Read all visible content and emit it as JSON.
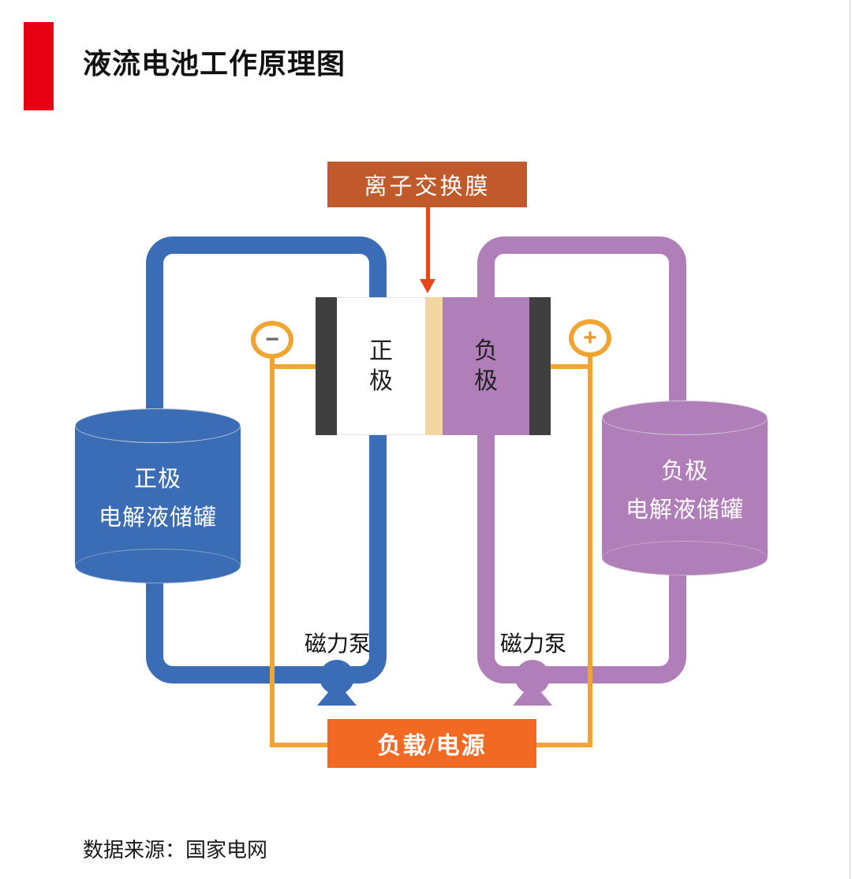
{
  "page": {
    "title": "液流电池工作原理图",
    "source_note": "数据来源：国家电网"
  },
  "diagram": {
    "membrane_label": "离子交换膜",
    "positive_electrode_label": "正极",
    "negative_electrode_label": "负极",
    "left_tank": {
      "line1": "正极",
      "line2": "电解液储罐"
    },
    "right_tank": {
      "line1": "负极",
      "line2": "电解液储罐"
    },
    "left_pump_label": "磁力泵",
    "right_pump_label": "磁力泵",
    "load_label": "负载/电源",
    "negative_terminal_symbol": "−",
    "positive_terminal_symbol": "+",
    "colors": {
      "accent_red": "#E60012",
      "pipe_blue": "#3A6DB5",
      "pipe_purple": "#B07EB8",
      "electrode_dark": "#3F3F3F",
      "membrane_tan": "#F2D7A0",
      "wire_yellow": "#F0A532",
      "membrane_box": "#C05A2B",
      "arrow_orange": "#E2481A",
      "load_orange": "#F26A21"
    }
  }
}
